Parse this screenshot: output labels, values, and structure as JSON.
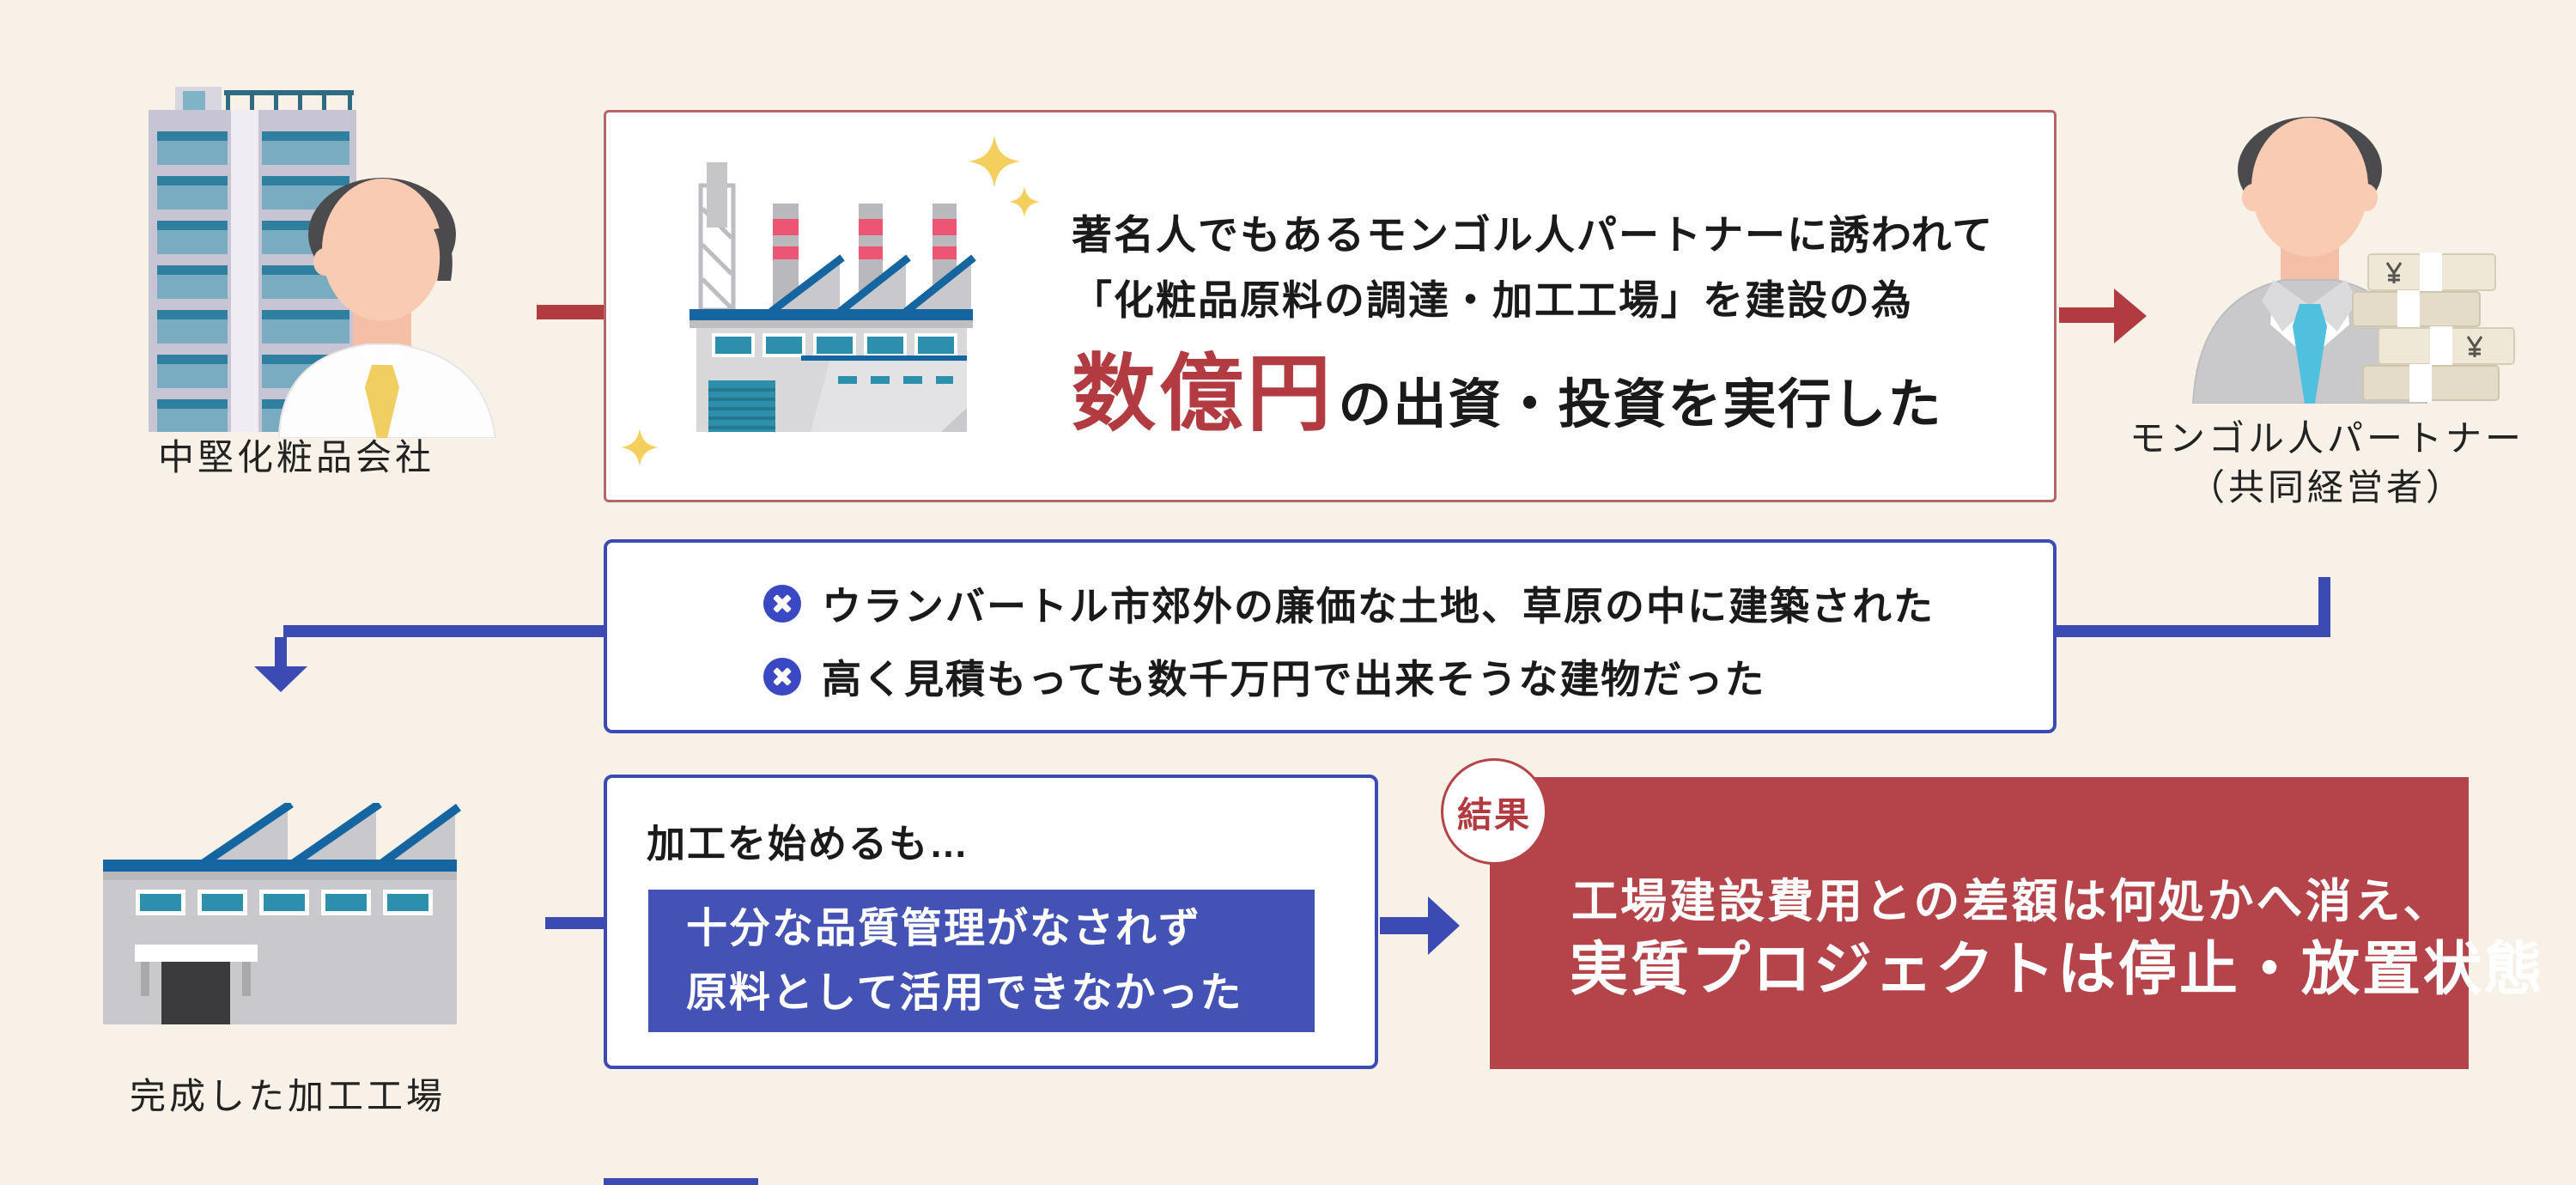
{
  "palette": {
    "background": "#F7F1E7",
    "accent_red": "#B23B42",
    "result_red": "#B4444A",
    "accent_blue": "#3B4BB3",
    "highlight_blue": "#4352B4",
    "bullet_blue": "#3A49C3",
    "teal": "#2E8FAD",
    "roof_blue": "#1565A0",
    "sparkle_yellow": "#F5CF5E"
  },
  "company": {
    "label": "中堅化粧品会社"
  },
  "partner": {
    "label_line1": "モンゴル人パートナー",
    "label_line2": "（共同経営者）"
  },
  "invest_box": {
    "line1": "著名人でもあるモンゴル人パートナーに誘われて",
    "line2": "「化粧品原料の調達・加工工場」を建設の為",
    "amount": "数億円",
    "amount_suffix": "の出資・投資を実行した"
  },
  "issues_box": {
    "items": [
      "ウランバートル市郊外の廉価な土地、草原の中に建築された",
      "高く見積もっても数千万円で出来そうな建物だった"
    ]
  },
  "completed_factory": {
    "label": "完成した加工工場"
  },
  "process_box": {
    "title": "加工を始めるも…",
    "highlight_line1": "十分な品質管理がなされず",
    "highlight_line2": "原料として活用できなかった"
  },
  "result_box": {
    "badge": "結果",
    "line1": "工場建設費用との差額は何処かへ消え、",
    "line2": "実質プロジェクトは停止・放置状態"
  }
}
